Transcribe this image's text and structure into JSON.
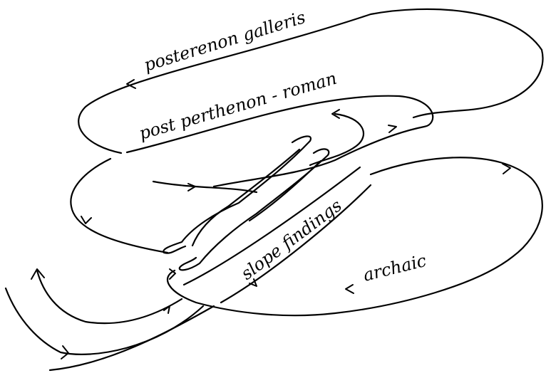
{
  "labels": {
    "outer_top": "posterenon galleris",
    "inner_top": "post perthenon - roman",
    "slope": "slope findings",
    "archaic": "archaic"
  },
  "colors": {
    "ink": "#000000",
    "paper": "#ffffff"
  }
}
